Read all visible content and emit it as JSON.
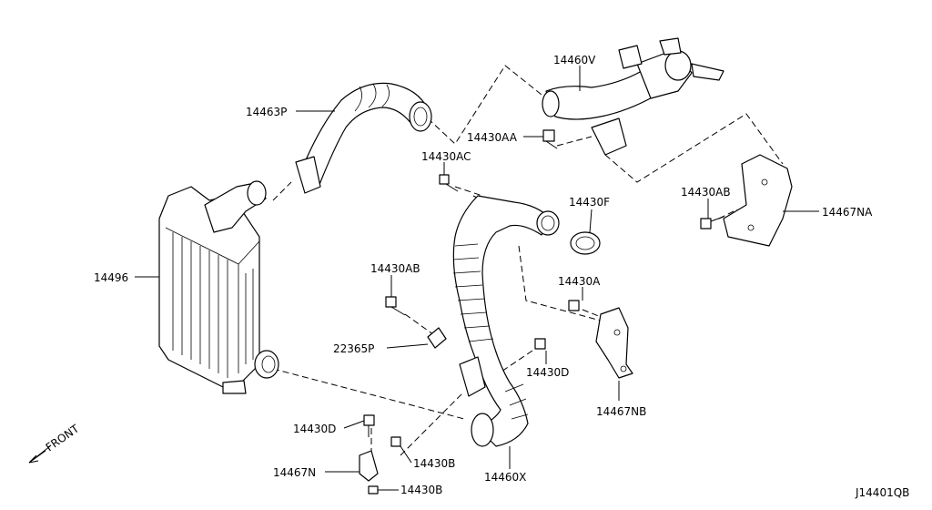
{
  "diagram_code": "J14401QB",
  "front_label": "FRONT",
  "labels": {
    "p14460V": "14460V",
    "p14463P": "14463P",
    "p14430AA": "14430AA",
    "p14430AC": "14430AC",
    "p14430AB_top": "14430AB",
    "p14467NA": "14467NA",
    "p14430F": "14430F",
    "p14496": "14496",
    "p14430AB_mid": "14430AB",
    "p14430A": "14430A",
    "p22365P": "22365P",
    "p14430D_right": "14430D",
    "p14467NB": "14467NB",
    "p14430D_left": "14430D",
    "p14430B_a": "14430B",
    "p14467N": "14467N",
    "p14460X": "14460X",
    "p14430B_b": "14430B"
  }
}
